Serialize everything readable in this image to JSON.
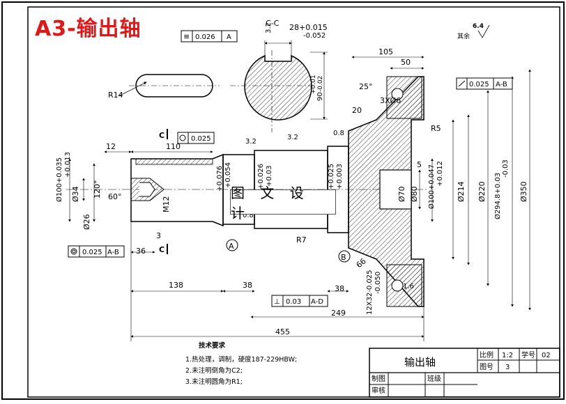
{
  "badge": "A3-输出轴",
  "watermark": "图 文 设 计",
  "drawing": {
    "section_label": "C-C",
    "keyway_tol": "28+0.015",
    "keyway_tol_low": "-0.052",
    "section_dim_a": "90",
    "section_dim_b": "+0.01",
    "section_dim_c": "-0.02",
    "key_radius": "R14",
    "surface_finish_rest": "6.4",
    "surface_rest_label": "其余",
    "dims": {
      "d105": "105",
      "d50": "50",
      "d12": "12",
      "d110": "110",
      "d138": "138",
      "d38a": "38",
      "d38b": "38",
      "d36": "36",
      "d3": "3",
      "d249": "249",
      "d455": "455",
      "r5": "R5",
      "r7": "R7",
      "d25": "25°",
      "d20": "20",
      "d3x6": "3XØ6",
      "d60": "60°",
      "d120": "120°",
      "dphi100a": "Ø100+0.035",
      "dphi100a2": "+0.013",
      "dphi34": "Ø34",
      "dphi26": "Ø26",
      "dm12": "M12",
      "dphi70": "Ø70",
      "dphi80": "Ø80",
      "dphi100b": "Ø100+0.047",
      "dphi100b2": "+0.012",
      "dphi214": "Ø214",
      "dphi220": "Ø220",
      "dphi294": "Ø294.8+0.03",
      "dphi294b": "-0.03",
      "dphi350": "Ø350",
      "dtol1": "+0.076",
      "dtol2": "+0.054",
      "dtol3": "+0.026",
      "dtol4": "+0.03",
      "dtol5": "+0.025",
      "dtol6": "+0.003",
      "d12x32": "12X32-0.025",
      "d12x32b": "-0.050",
      "d66": "66",
      "d5": "5",
      "d32a": "3.2",
      "d32b": "3.2",
      "d32c": "3.2",
      "d08": "0.8",
      "d16": "1.6",
      "d08b": "0.8"
    },
    "tolerance_frames": {
      "t1_val": "0.026",
      "t1_ref": "A",
      "t2_val": "0.025",
      "t3_val": "0.025",
      "t3_ref": "A-B",
      "t4_val": "0.025",
      "t4_ref": "A-B",
      "t5_val": "0.03",
      "t5_ref": "A-D"
    },
    "datum_a": "A",
    "datum_b": "B",
    "cut_c1": "C",
    "cut_c2": "C"
  },
  "notes": {
    "heading": "技术要求",
    "line1": "1.热处理，调制，硬度187-229HBW;",
    "line2": "2.未注明倒角为C2;",
    "line3": "3.未注明圆角为R1;"
  },
  "title_block": {
    "part_name": "输出轴",
    "scale_label": "比例",
    "scale_value": "1:2",
    "student_id_label": "学号",
    "student_id_value": "02",
    "drawing_no_label": "图号",
    "drawing_no_value": "3",
    "drawn_label": "制图",
    "checked_label": "审核",
    "class_label": "班级"
  }
}
